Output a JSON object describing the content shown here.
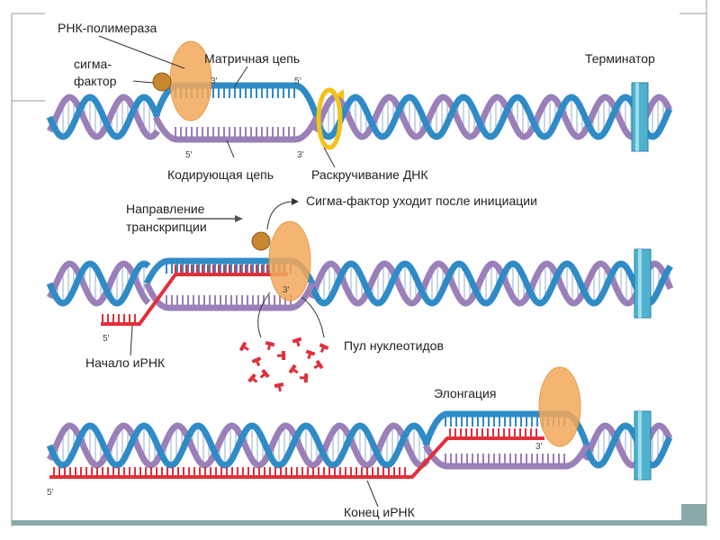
{
  "labels": {
    "rna_polymerase": "РНК-полимераза",
    "sigma_factor_1": "сигма-",
    "sigma_factor_2": "фактор",
    "template_strand": "Матричная цепь",
    "coding_strand": "Кодирующая цепь",
    "unwinding": "Раскручивание ДНК",
    "terminator": "Терминатор",
    "direction_1": "Направление",
    "direction_2": "транскрипции",
    "sigma_leaves": "Сигма-фактор уходит после инициации",
    "nucleotide_pool": "Пул нуклеотидов",
    "mrna_start": "Начало иРНК",
    "elongation": "Элонгация",
    "mrna_end": "Конец иРНК"
  },
  "end_marks": {
    "three": "3′",
    "five": "5′"
  },
  "colors": {
    "template_strand": "#2f8bc6",
    "coding_strand": "#9a7fb8",
    "rna": "#e0303a",
    "polymerase": "#f4a95a",
    "sigma": "#c8872e",
    "unwinding_arrow": "#f2c21a",
    "terminator": "#4fb3d0",
    "frame": "#8aa8a8"
  }
}
